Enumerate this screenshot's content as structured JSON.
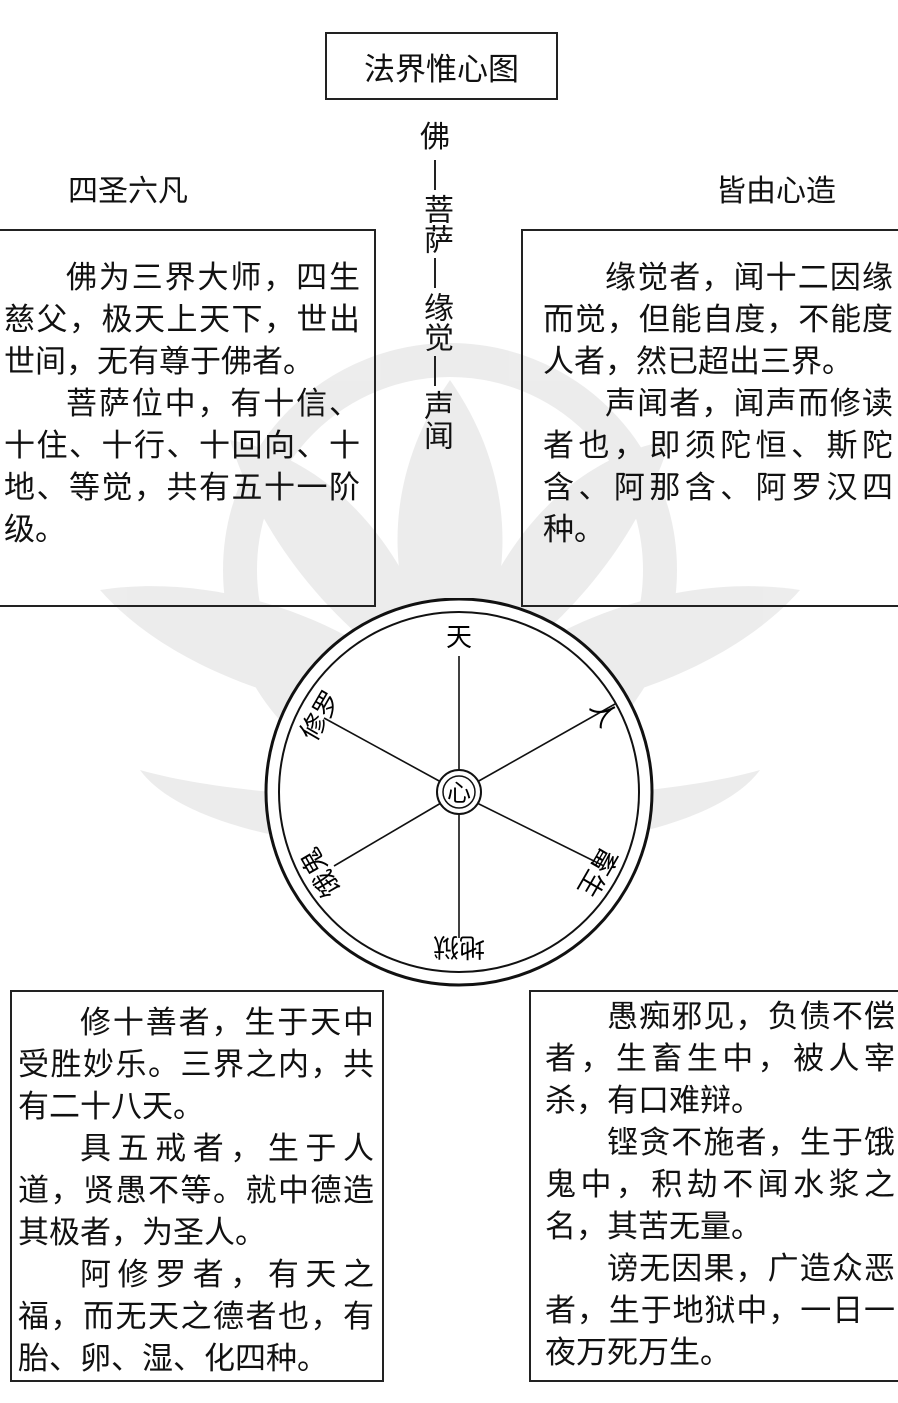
{
  "title": "法界惟心图",
  "left_heading": "四圣六凡",
  "right_heading": "皆由心造",
  "hierarchy": [
    "佛",
    "菩萨",
    "缘觉",
    "声闻"
  ],
  "boxes": {
    "top_left": [
      "佛为三界大师，四生慈父，极天上天下，世出世间，无有尊于佛者。",
      "菩萨位中，有十信、十住、十行、十回向、十地、等觉，共有五十一阶级。"
    ],
    "top_right": [
      "缘觉者，闻十二因缘而觉，但能自度，不能度人者，然已超出三界。",
      "声闻者，闻声而修读者也，即须陀恒、斯陀含、阿那含、阿罗汉四种。"
    ],
    "bottom_left": [
      "修十善者，生于天中受胜妙乐。三界之内，共有二十八天。",
      "具五戒者，生于人道，贤愚不等。就中德造其极者，为圣人。",
      "阿修罗者，有天之福，而无天之德者也，有胎、卵、湿、化四种。"
    ],
    "bottom_right": [
      "愚痴邪见，负债不偿者，生畜生中，被人宰杀，有口难辩。",
      "铿贪不施者，生于饿鬼中，积劫不闻水浆之名，其苦无量。",
      "谤无因果，广造众恶者，生于地狱中，一日一夜万死万生。"
    ]
  },
  "wheel": {
    "center": "心",
    "realms": [
      "天",
      "人",
      "畜生",
      "地狱",
      "饿鬼",
      "修罗"
    ]
  }
}
